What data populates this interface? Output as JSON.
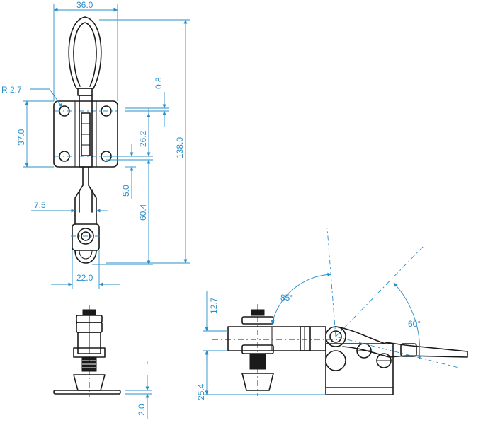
{
  "dimensions": {
    "width_top": "36.0",
    "radius": "R 2.7",
    "hole_spacing": "37.0",
    "total_length": "138.0",
    "offset_small": "0.8",
    "hole_pitch": "26.2",
    "slot_gap": "5.0",
    "reach": "60.4",
    "bar_width": "7.5",
    "bottom_width": "22.0",
    "spindle_height": "12.7",
    "base_height": "25.4",
    "plate_thickness": "2.0"
  },
  "angles": {
    "open_angle": "85°",
    "handle_angle": "60°"
  }
}
